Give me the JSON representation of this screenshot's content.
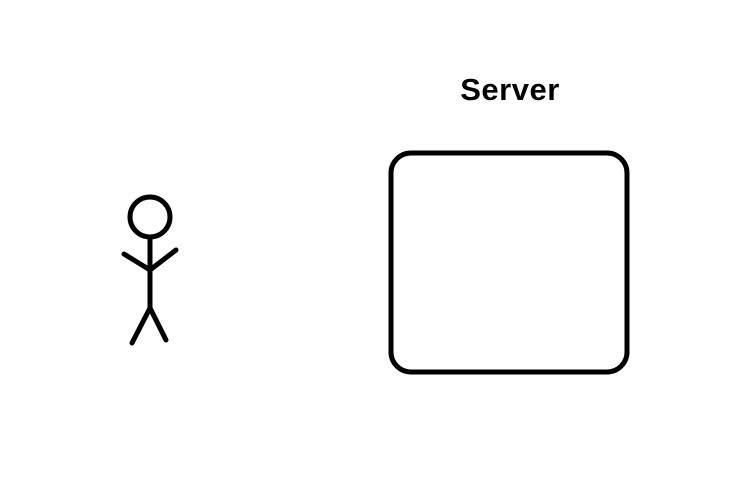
{
  "server": {
    "label": "Server"
  },
  "colors": {
    "stroke": "#000000",
    "background": "#ffffff"
  },
  "elements": {
    "actor": "stick-figure",
    "server_box": "rounded-rectangle"
  }
}
